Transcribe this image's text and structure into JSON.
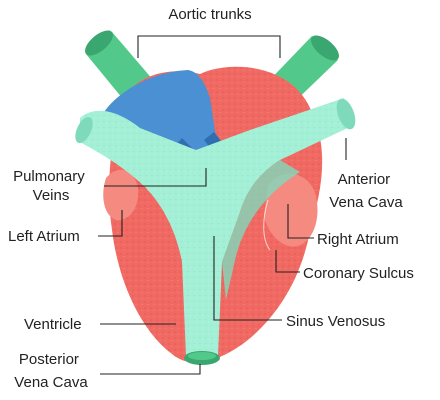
{
  "colors": {
    "background": "#ffffff",
    "heart_red": "#f06a63",
    "heart_red_dark": "#e4554f",
    "heart_red_light": "#f58a80",
    "aorta_green": "#52c98a",
    "aorta_green_dark": "#3aa770",
    "pulmonary_blue": "#4a90d2",
    "pulmonary_blue_dark": "#2f6eb0",
    "sinus_mint": "#a3f0d6",
    "sinus_mint_dark": "#7fd9bb",
    "label_text": "#222222"
  },
  "labels": {
    "aortic_trunks": "Aortic trunks",
    "pulmonary_veins": [
      "Pulmonary",
      "Veins"
    ],
    "anterior_vena_cava": [
      "Anterior",
      "Vena Cava"
    ],
    "left_atrium": "Left Atrium",
    "right_atrium": "Right Atrium",
    "coronary_sulcus": "Coronary Sulcus",
    "ventricle": "Ventricle",
    "sinus_venosus": "Sinus Venosus",
    "posterior_vena_cava": [
      "Posterior",
      "Vena Cava"
    ]
  }
}
